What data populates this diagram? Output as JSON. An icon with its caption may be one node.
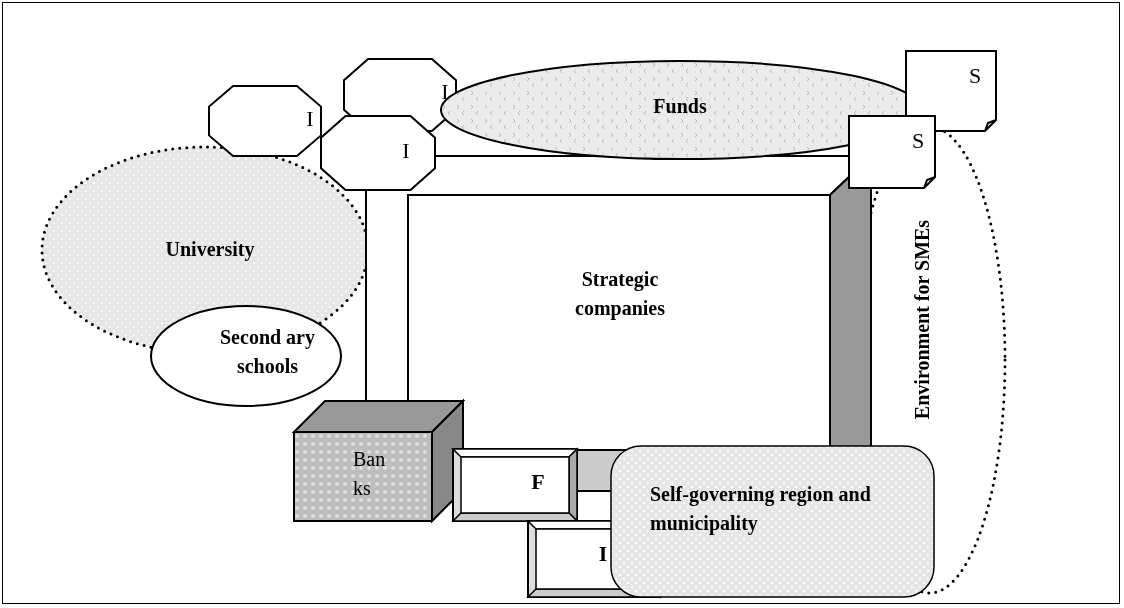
{
  "diagram": {
    "nodes": [
      {
        "text": [
          "I"
        ]
      },
      {
        "text": [
          "I"
        ]
      },
      {
        "text": [
          "Funds"
        ]
      },
      {
        "text": [
          "I"
        ]
      },
      {
        "text": [
          "S"
        ]
      },
      {
        "text": [
          "S"
        ]
      },
      {
        "text": [
          "University"
        ]
      },
      {
        "text": [
          "Environment for SMEs"
        ]
      },
      {
        "text": [
          "Strategic companies"
        ]
      },
      {
        "text": [
          "Second ary schools"
        ]
      },
      {
        "text": [
          "Ban ks"
        ]
      },
      {
        "text": [
          "F"
        ]
      },
      {
        "text": [
          "I"
        ]
      },
      {
        "text": [
          "Self-governing region and municipality"
        ]
      }
    ]
  }
}
